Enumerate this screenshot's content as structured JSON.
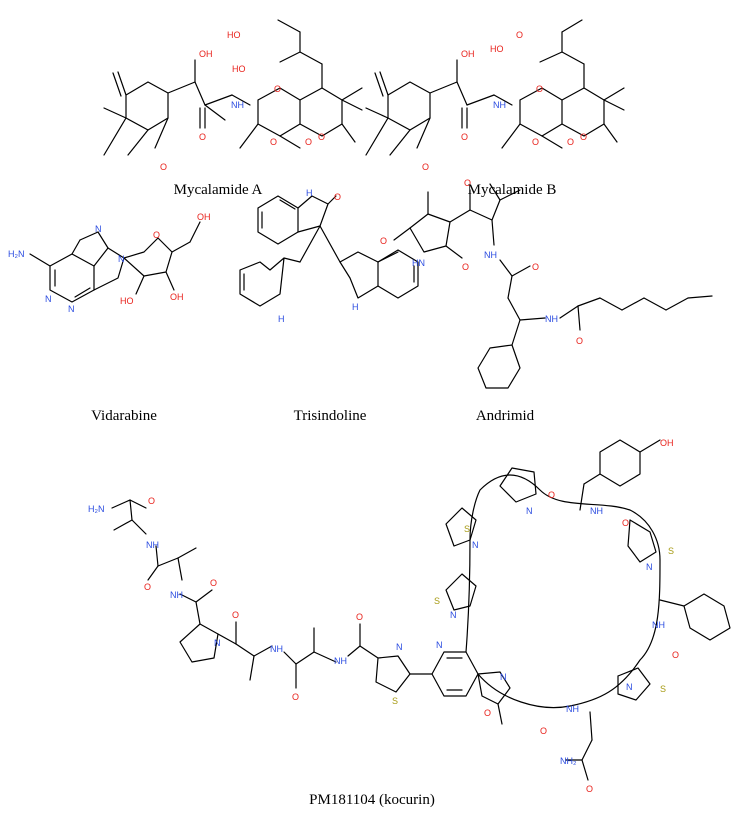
{
  "compounds": [
    {
      "id": "mycalamide-a",
      "name": "Mycalamide A"
    },
    {
      "id": "mycalamide-b",
      "name": "Mycalamide B"
    },
    {
      "id": "vidarabine",
      "name": "Vidarabine"
    },
    {
      "id": "trisindoline",
      "name": "Trisindoline"
    },
    {
      "id": "andrimid",
      "name": "Andrimid"
    },
    {
      "id": "kocurin",
      "name": "PM181104 (kocurin)"
    }
  ],
  "atom_labels": {
    "oxygen": "O",
    "nitrogen": "N",
    "sulfur": "S",
    "hydroxyl_right": "OH",
    "hydroxyl_left": "HO",
    "amide_nh": "NH",
    "amine_h2n": "H₂N",
    "amine_nh2": "NH₂",
    "indole_nh": "H",
    "ring_nh": "HN"
  },
  "colors": {
    "oxygen": "#e8221c",
    "nitrogen": "#2a4be0",
    "sulfur": "#a69a12",
    "bond": "#000000"
  }
}
